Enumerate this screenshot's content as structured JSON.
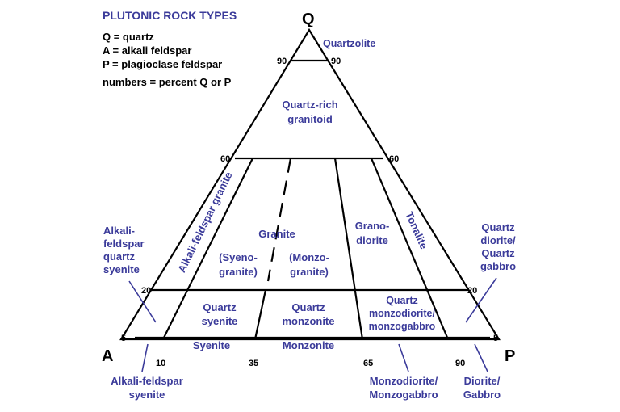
{
  "header": {
    "title": "PLUTONIC ROCK TYPES",
    "legend": [
      "Q = quartz",
      "A = alkali feldspar",
      "P = plagioclase feldspar",
      "numbers = percent Q or P"
    ]
  },
  "vertices": {
    "top": "Q",
    "left": "A",
    "right": "P"
  },
  "ticks": {
    "left_90": "90",
    "right_90": "90",
    "left_60": "60",
    "right_60": "60",
    "left_20": "20",
    "right_20": "20",
    "left_5": "5",
    "right_5": "5",
    "bottom": [
      "10",
      "35",
      "65",
      "90"
    ]
  },
  "fields": {
    "quartzolite": "Quartzolite",
    "quartz_rich": [
      "Quartz-rich",
      "granitoid"
    ],
    "alkali_granite": "Alkali-feldspar granite",
    "granite": "Granite",
    "syenogranite": [
      "(Syeno-",
      "granite)"
    ],
    "monzogranite": [
      "(Monzo-",
      "granite)"
    ],
    "granodiorite": [
      "Grano-",
      "diorite"
    ],
    "tonalite": "Tonalite",
    "quartz_syenite": [
      "Quartz",
      "syenite"
    ],
    "quartz_monzonite": [
      "Quartz",
      "monzonite"
    ],
    "quartz_monzodiorite": [
      "Quartz",
      "monzodiorite/",
      "monzogabbro"
    ],
    "syenite": "Syenite",
    "monzonite": "Monzonite"
  },
  "outside_labels": {
    "alkali_quartz_syenite": [
      "Alkali-",
      "feldspar",
      "quartz",
      "syenite"
    ],
    "quartz_diorite": [
      "Quartz",
      "diorite/",
      "Quartz",
      "gabbro"
    ],
    "alkali_syenite": [
      "Alkali-feldspar",
      "syenite"
    ],
    "monzodiorite": [
      "Monzodiorite/",
      "Monzogabbro"
    ],
    "diorite": [
      "Diorite/",
      "Gabbro"
    ]
  }
}
